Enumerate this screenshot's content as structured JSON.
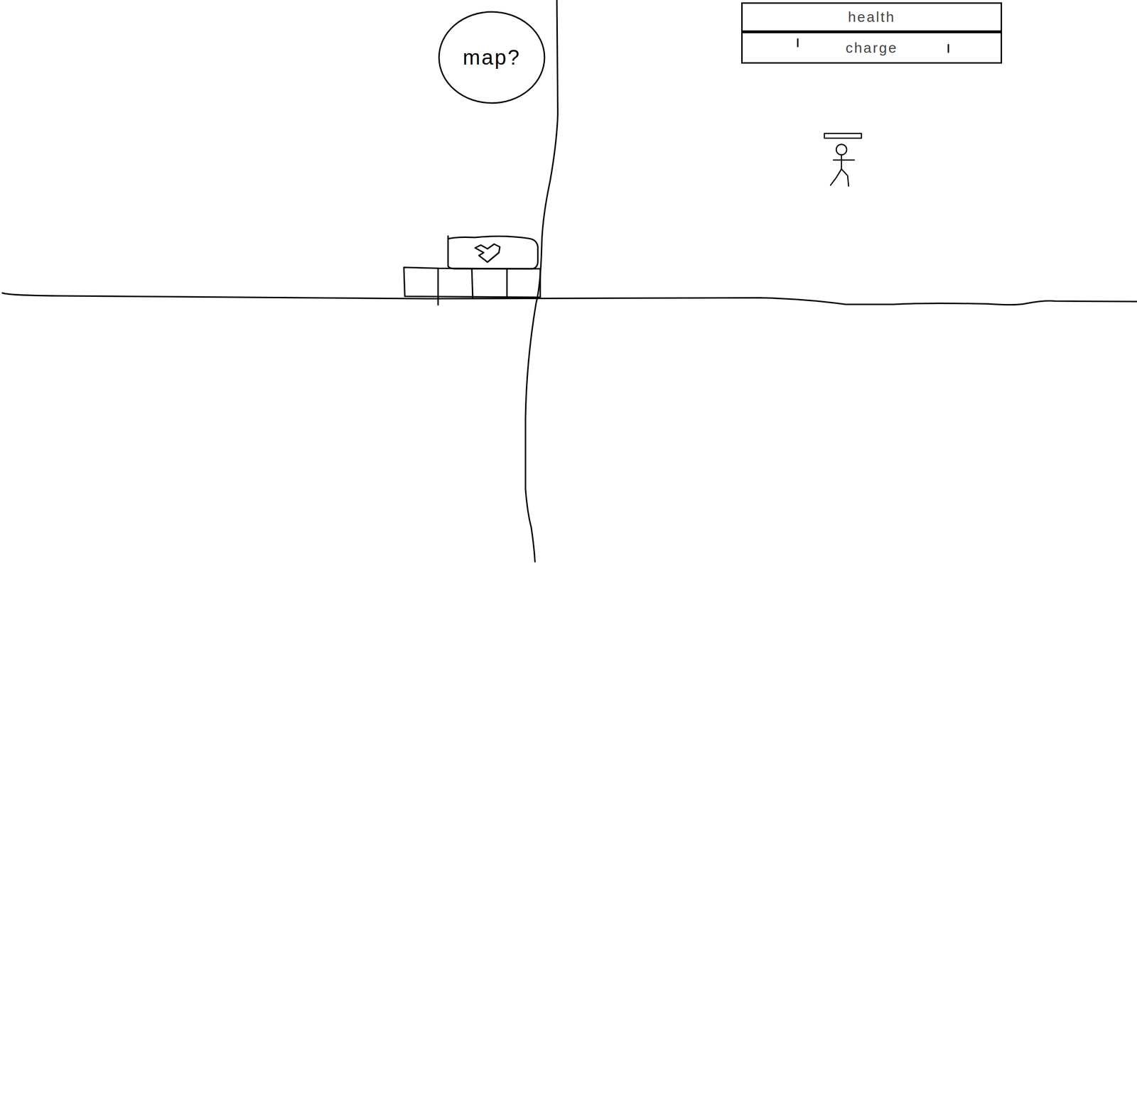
{
  "diagram": {
    "nodes": [
      {
        "text": [
          "map?"
        ]
      },
      {
        "text": [
          "health"
        ]
      },
      {
        "text": [
          "charge"
        ]
      }
    ]
  }
}
